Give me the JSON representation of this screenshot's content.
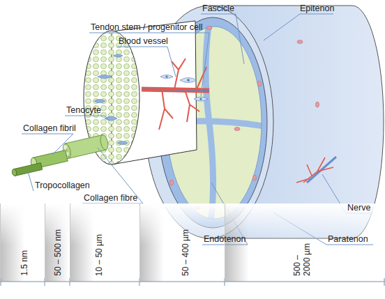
{
  "diagram": {
    "nodes": [
      {
        "text": [
          "1.5 nm"
        ]
      },
      {
        "text": [
          "50 – 500 nm"
        ]
      },
      {
        "text": [
          "10 – 50 µm"
        ]
      },
      {
        "text": [
          "50 – 400 µm"
        ]
      },
      {
        "text": [
          "500 – 2000 µm"
        ]
      }
    ],
    "labels": [
      "Fascicle",
      "Epitenon",
      "Tendon stem / progenitor cell",
      "Blood vessel",
      "Tenocyte",
      "Collagen fibril",
      "Tropocollagen",
      "Collagen fibre",
      "Nerve",
      "Endotenon",
      "Paratenon"
    ]
  }
}
